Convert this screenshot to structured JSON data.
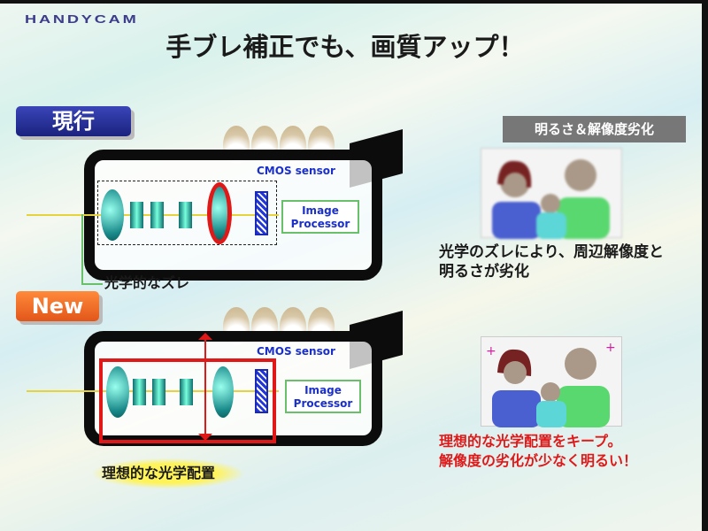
{
  "logo": "HANDYCAM",
  "title": "手ブレ補正でも、画質アップ！",
  "current": {
    "badge": "現行",
    "cmos_label": "CMOS sensor",
    "processor_label": [
      "Image",
      "Processor"
    ],
    "callout": "光学的なズレ"
  },
  "new": {
    "badge": "New",
    "cmos_label": "CMOS sensor",
    "processor_label": [
      "Image",
      "Processor"
    ],
    "callout": "理想的な光学配置"
  },
  "right_top": {
    "label": "明るさ＆解像度劣化",
    "text": [
      "光学のズレにより、周辺解像度と",
      "明るさが劣化"
    ]
  },
  "right_bottom": {
    "text": [
      "理想的な光学配置をキープ。",
      "解像度の劣化が少なく明るい！"
    ]
  },
  "colors": {
    "current_badge": "#1a237e",
    "new_badge": "#e2561a",
    "highlight": "#e01818",
    "sensor_text": "#1b2fc9"
  }
}
